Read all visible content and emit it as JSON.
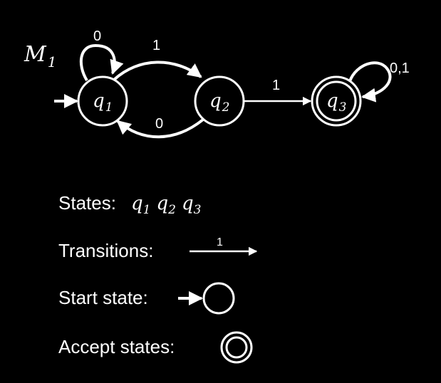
{
  "diagram": {
    "machine_name": {
      "base": "M",
      "sub": "1"
    },
    "states": [
      {
        "id": "q1",
        "base": "q",
        "sub": "1",
        "start": true,
        "accept": false
      },
      {
        "id": "q2",
        "base": "q",
        "sub": "2",
        "start": false,
        "accept": false
      },
      {
        "id": "q3",
        "base": "q",
        "sub": "3",
        "start": false,
        "accept": true
      }
    ],
    "transitions": [
      {
        "from": "q1",
        "to": "q1",
        "label": "0"
      },
      {
        "from": "q1",
        "to": "q2",
        "label": "1"
      },
      {
        "from": "q2",
        "to": "q1",
        "label": "0"
      },
      {
        "from": "q2",
        "to": "q3",
        "label": "1"
      },
      {
        "from": "q3",
        "to": "q3",
        "label": "0,1"
      }
    ]
  },
  "legend": {
    "states_label": "States:",
    "transitions_label": "Transitions:",
    "transition_example_label": "1",
    "start_label": "Start state:",
    "accept_label": "Accept states:"
  }
}
